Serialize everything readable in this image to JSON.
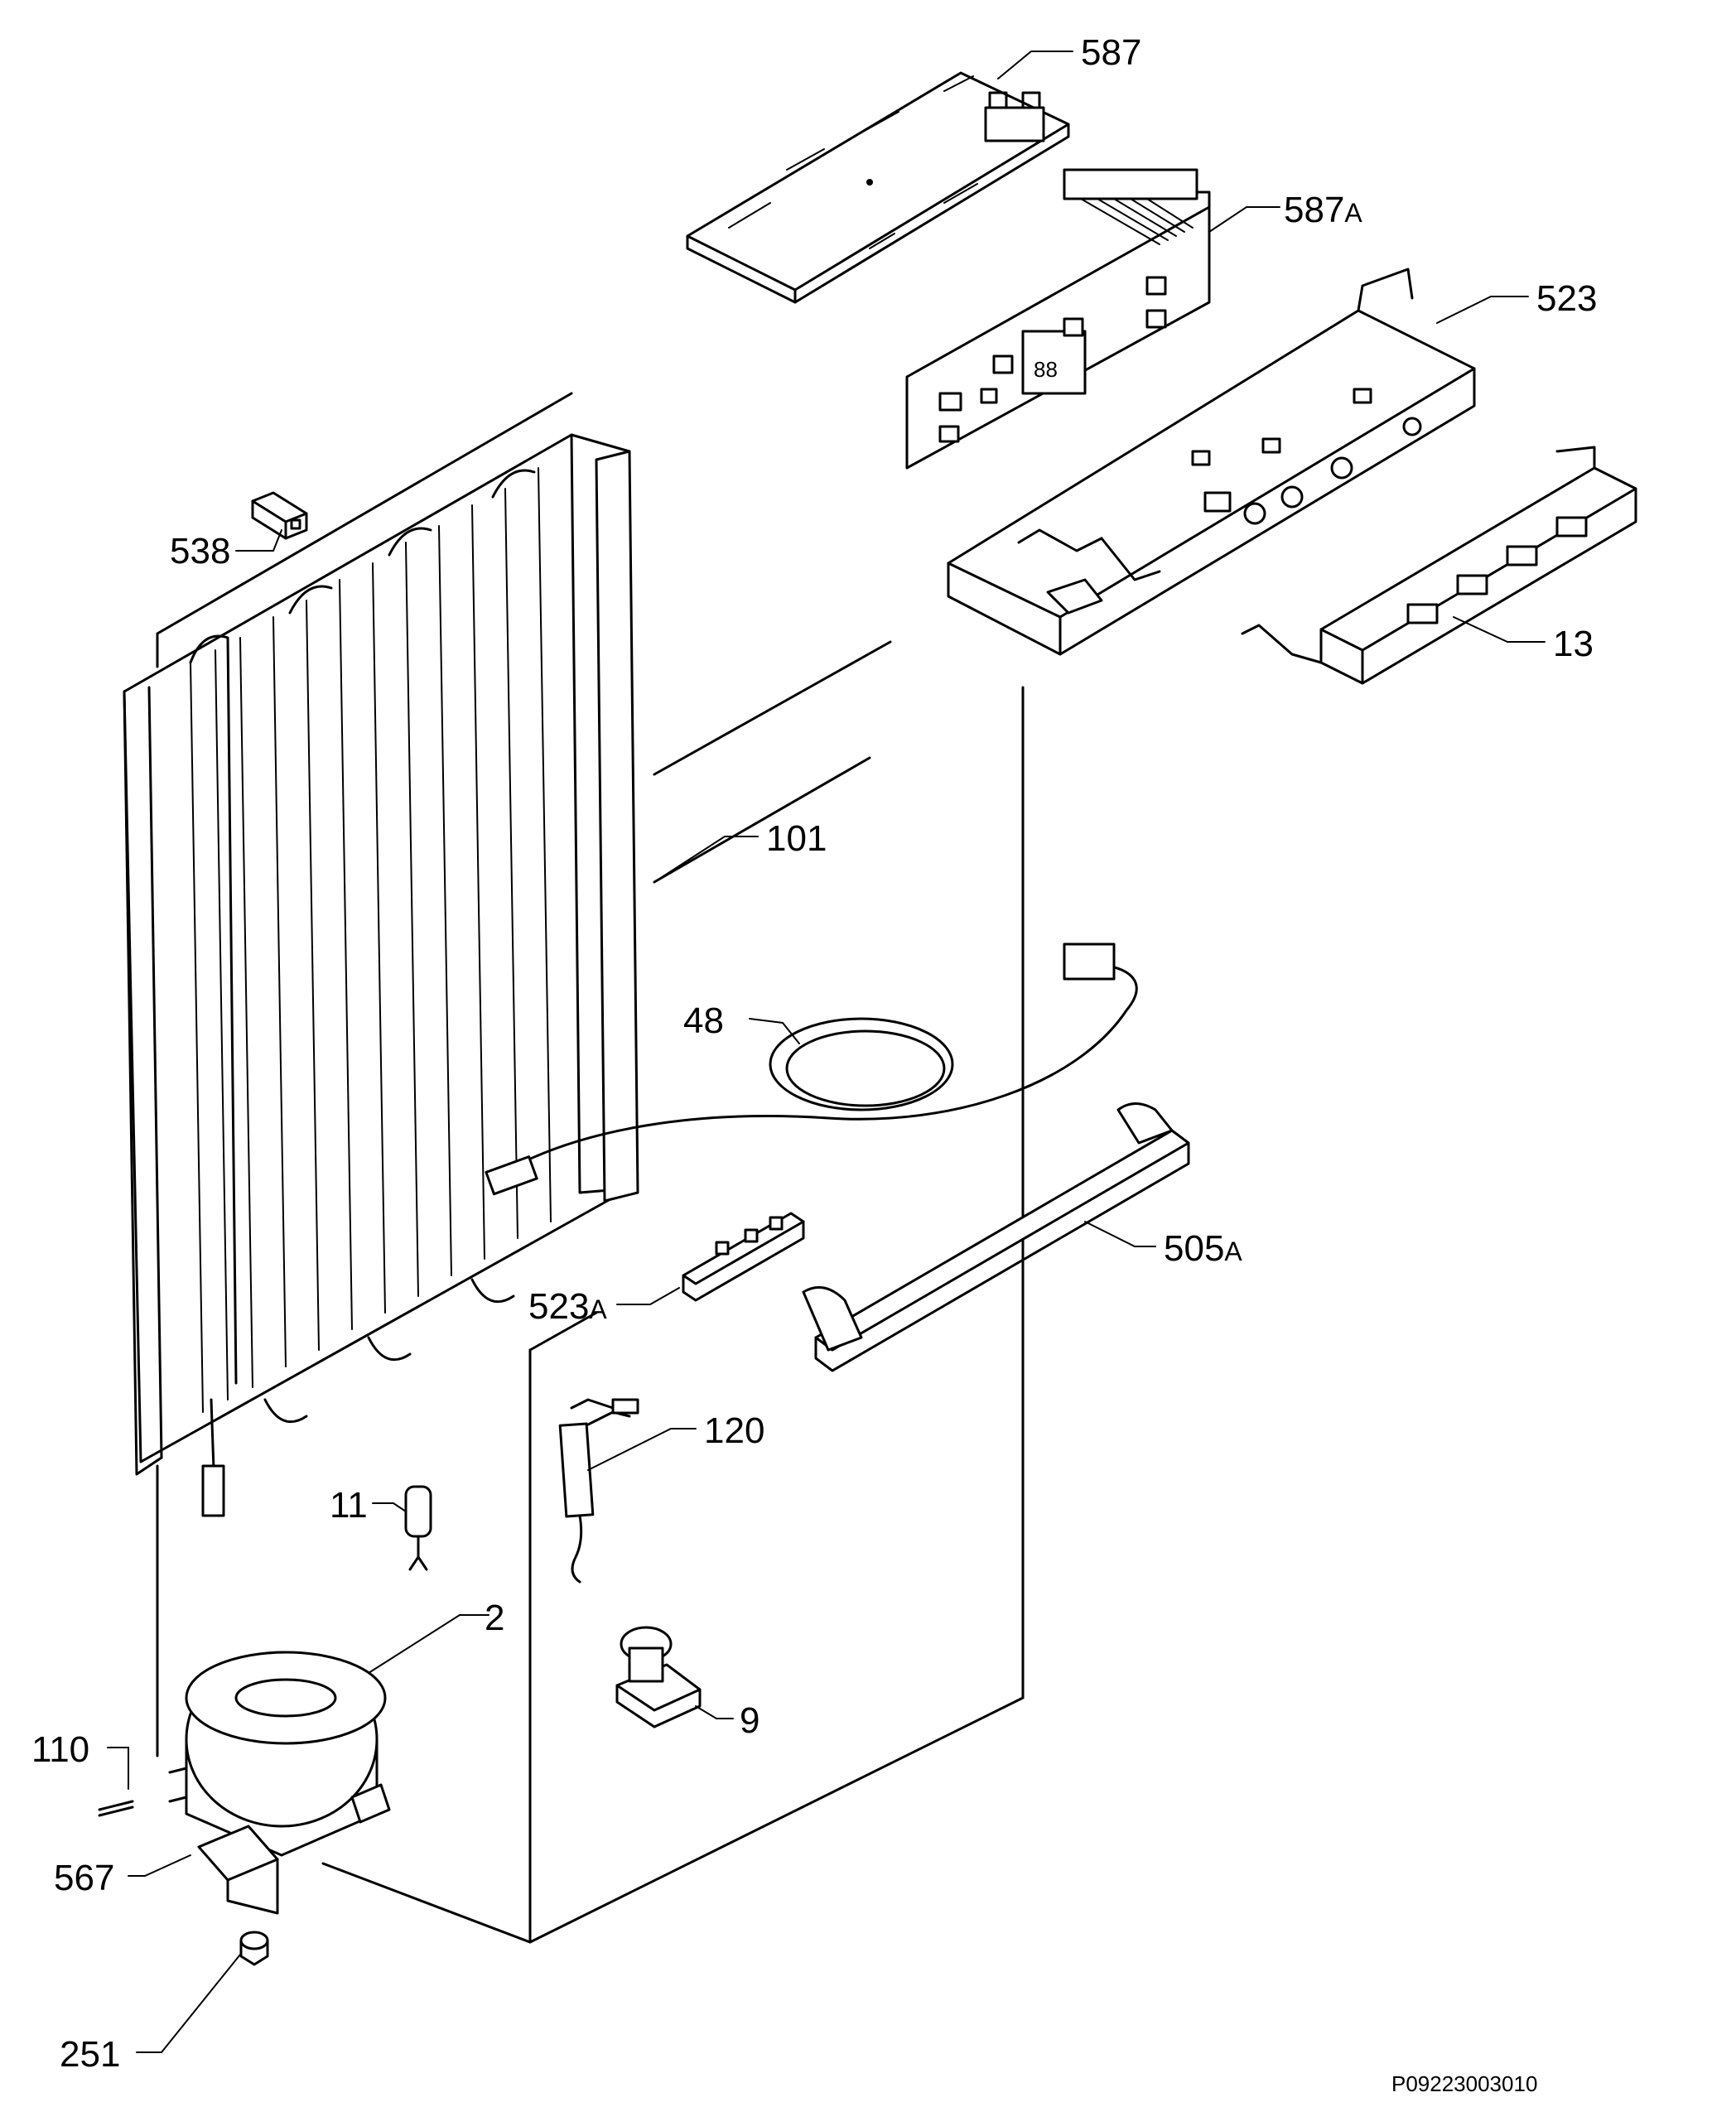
{
  "labels": {
    "p587": "587",
    "p587a": "587",
    "p587a_suffix": "A",
    "p523": "523",
    "p13": "13",
    "p538": "538",
    "p101": "101",
    "p48": "48",
    "p505a": "505",
    "p505a_suffix": "A",
    "p523a": "523",
    "p523a_suffix": "A",
    "p120": "120",
    "p11": "11",
    "p2": "2",
    "p9": "9",
    "p110": "110",
    "p567": "567",
    "p251": "251"
  },
  "figure_code": "P09223003010"
}
